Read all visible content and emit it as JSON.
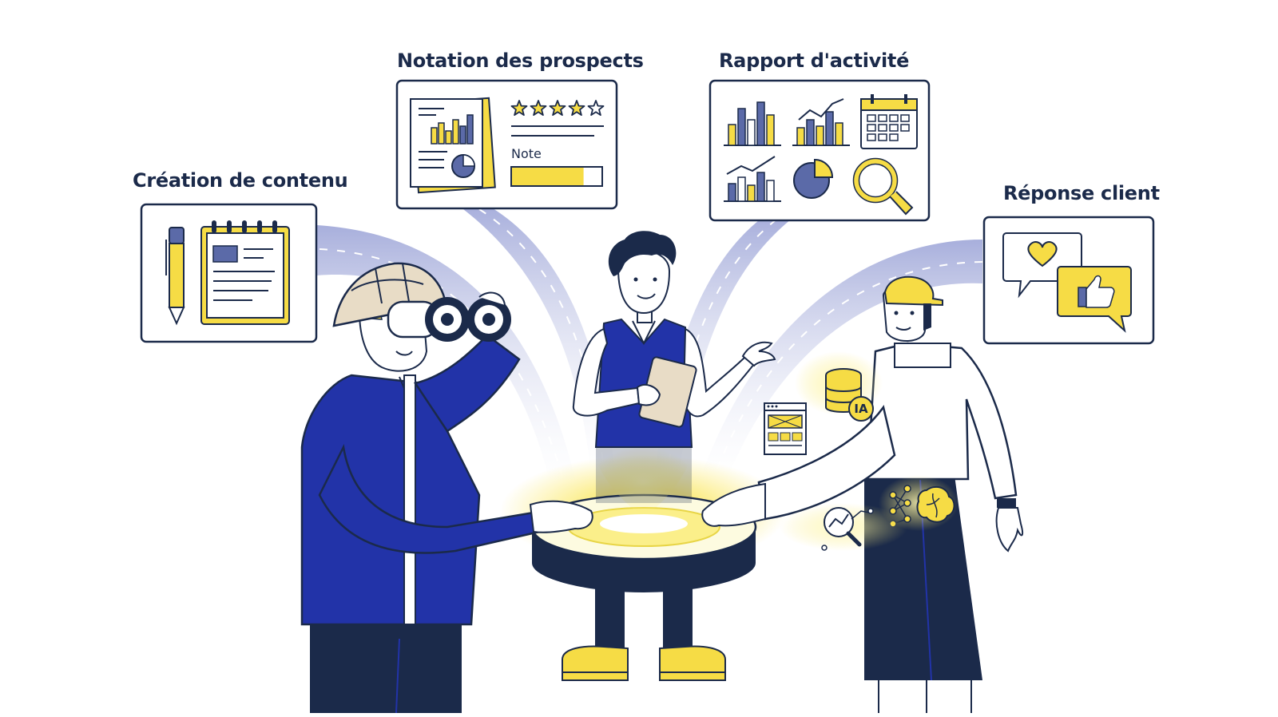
{
  "panels": {
    "content_creation": {
      "title": "Création de contenu"
    },
    "lead_scoring": {
      "title": "Notation des prospects",
      "note_label": "Note",
      "stars_filled": 4,
      "stars_total": 5,
      "score_fill": 0.8
    },
    "activity_report": {
      "title": "Rapport d'activité"
    },
    "customer_reply": {
      "title": "Réponse client"
    }
  },
  "center": {
    "ai_badge": "IA"
  },
  "colors": {
    "navy": "#1b2a4a",
    "royal_blue": "#2233a8",
    "yellow": "#f6dc45",
    "lavender": "#9ea6d8",
    "slate": "#5b6aa8"
  }
}
